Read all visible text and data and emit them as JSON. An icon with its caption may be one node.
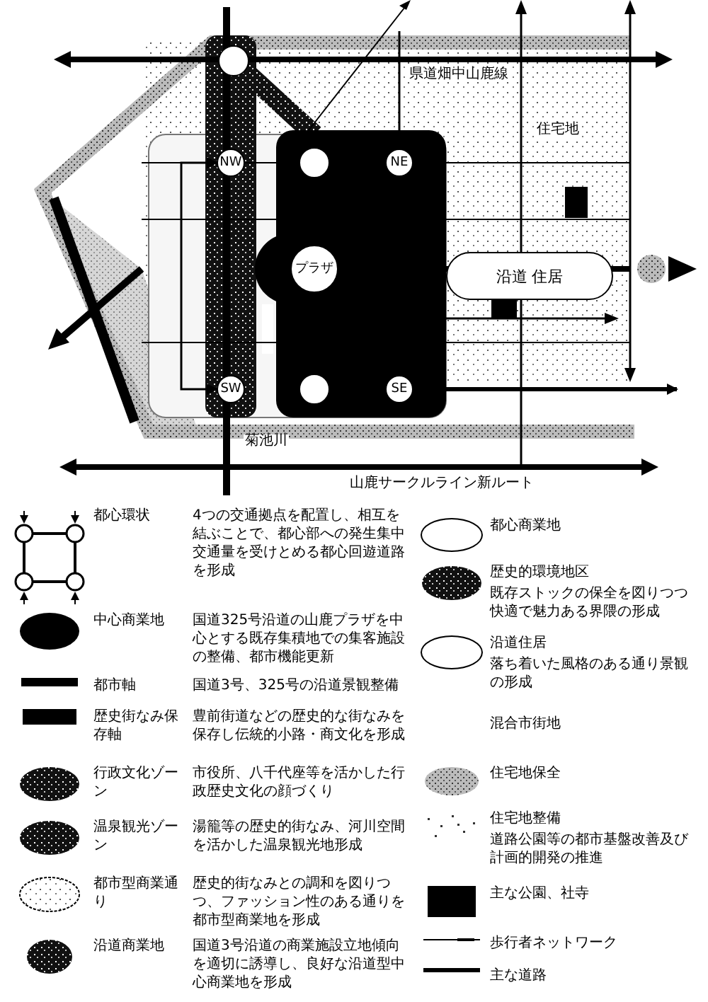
{
  "diagram": {
    "nodes": [
      {
        "text": [],
        "shape": "circle"
      },
      {
        "text": [
          "NW"
        ]
      },
      {
        "text": [],
        "shape": "circle"
      },
      {
        "text": [
          "NE"
        ]
      },
      {
        "text": [
          "プラザ"
        ]
      },
      {
        "text": [
          "沿道 住居"
        ]
      },
      {
        "text": [
          "SW"
        ]
      },
      {
        "text": [],
        "shape": "circle"
      },
      {
        "text": [
          "SE"
        ]
      }
    ],
    "edges": [
      {
        "from": null,
        "to": 1,
        "arrow": "to"
      },
      {
        "from": null,
        "to": 6,
        "arrow": "to"
      },
      {
        "from": null,
        "to": 3,
        "arrow": "to"
      },
      {
        "from": 8,
        "to": null,
        "arrow": "to",
        "style": "thick"
      }
    ],
    "labels": [
      "県道畑中山鹿線",
      "住宅地",
      "菊池川",
      "山鹿サークルライン新ルート",
      "4つの交通拠点を配置し、相互を結ぶことで、都心部への発生集中交通量を受けとめる都心回遊道路を形成",
      "国道325号沿道の山鹿プラザを中心とする既存集積地での集客施設の整備、都市機能更新",
      "国道3号、325号の沿道景観整備",
      "豊前街道などの歴史的な街なみを保存し伝統的小路・商文化を形成",
      "市役所、八千代座等を活かした行政歴史文化の顔づくり",
      "湯籠等の歴史的街なみ、河川空間を活かした温泉観光地形成",
      "歴史的街なみとの調和を図りつつ、ファッション性のある通りを都市型商業地を形成",
      "国道3号沿道の商業施設立地傾向を適切に誘導し、良好な沿道型中心商業地を形成",
      "既存ストックの保全を図りつつ快適で魅力ある界隈の形成",
      "落ち着いた風格のある通り景観の形成",
      "道路公園等の都市基盤改善及び計画的開発の推進"
    ],
    "legend": [
      {
        "text": "都心環状"
      },
      {
        "text": "中心商業地"
      },
      {
        "text": "都市軸"
      },
      {
        "text": "歴史街なみ保存軸"
      },
      {
        "text": "行政文化ゾーン"
      },
      {
        "text": "温泉観光ゾーン"
      },
      {
        "text": "都市型商業通り"
      },
      {
        "text": "沿道商業地"
      },
      {
        "text": "都心商業地"
      },
      {
        "text": "歴史的環境地区"
      },
      {
        "text": "沿道住居"
      },
      {
        "text": "混合市街地"
      },
      {
        "text": "住宅地保全"
      },
      {
        "text": "住宅地整備"
      },
      {
        "text": "主な公園、社寺",
        "color": "#000000"
      },
      {
        "text": "歩行者ネットワーク"
      },
      {
        "text": "主な道路"
      }
    ]
  }
}
